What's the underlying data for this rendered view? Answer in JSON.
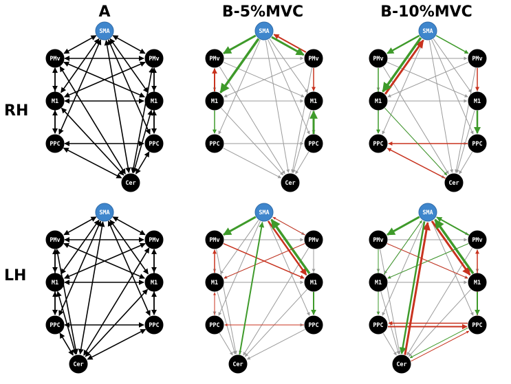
{
  "columns": [
    "A",
    "B-5%MVC",
    "B-10%MVC"
  ],
  "rows": [
    "RH",
    "LH"
  ],
  "node_labels": {
    "SMA": "SMA",
    "PMvL": "PMv",
    "PMvR": "PMv",
    "M1L": "M1",
    "M1R": "M1",
    "PPCL": "PPC",
    "PPCR": "PPC",
    "Cer": "Cer"
  },
  "colors": {
    "sma": "#3f86cc",
    "node": "#000000",
    "connection": "#000000",
    "nonsignificant": "#9a9a9a",
    "increase": "#3e9a2a",
    "decrease": "#c8321e"
  }
}
